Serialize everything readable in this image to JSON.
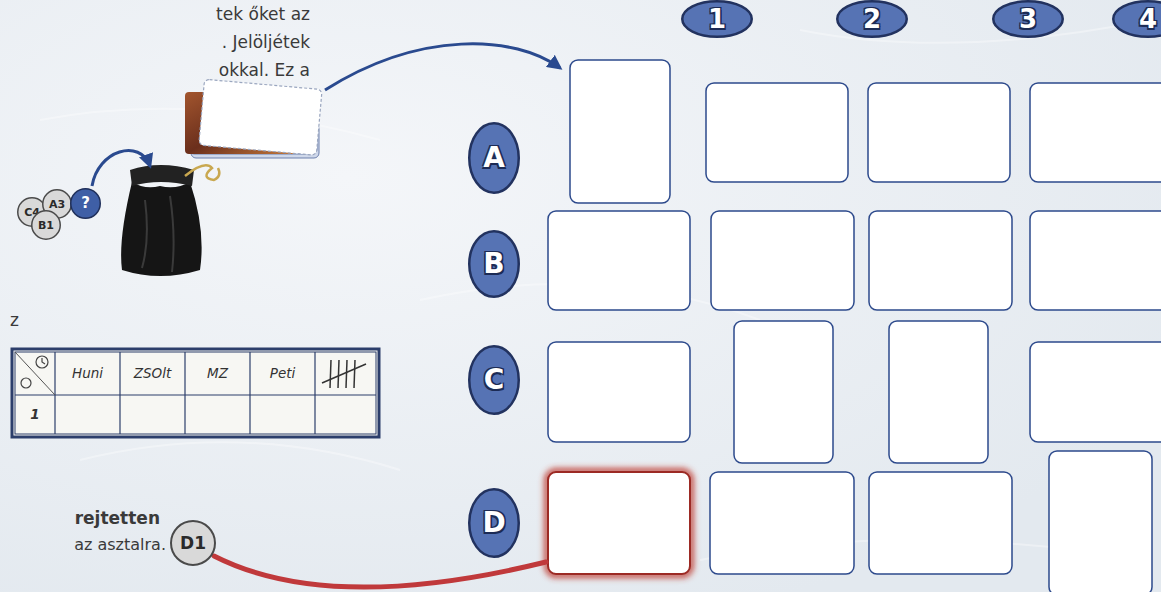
{
  "diagram": {
    "nodes": [
      {
        "text": [
          "1"
        ]
      },
      {
        "text": [
          "2"
        ]
      },
      {
        "text": [
          "3"
        ]
      },
      {
        "text": [
          "4"
        ]
      },
      {
        "text": [
          "A"
        ]
      },
      {
        "text": [
          "C4"
        ]
      },
      {
        "text": [
          "A3"
        ]
      },
      {
        "text": [
          "?"
        ]
      },
      {
        "text": [
          "B1"
        ]
      },
      {
        "text": [
          "B"
        ]
      },
      {
        "text": [
          "C"
        ]
      },
      {
        "text": [
          "D"
        ]
      },
      {
        "text": [
          "D1"
        ]
      }
    ],
    "labels": [
      "tek őket az",
      ". Jelöljétek",
      "okkal. Ez a",
      "z",
      "Huni",
      "ZSOlt",
      "MZ",
      "Peti",
      "1",
      "rejtetten",
      "az asztalra."
    ]
  }
}
